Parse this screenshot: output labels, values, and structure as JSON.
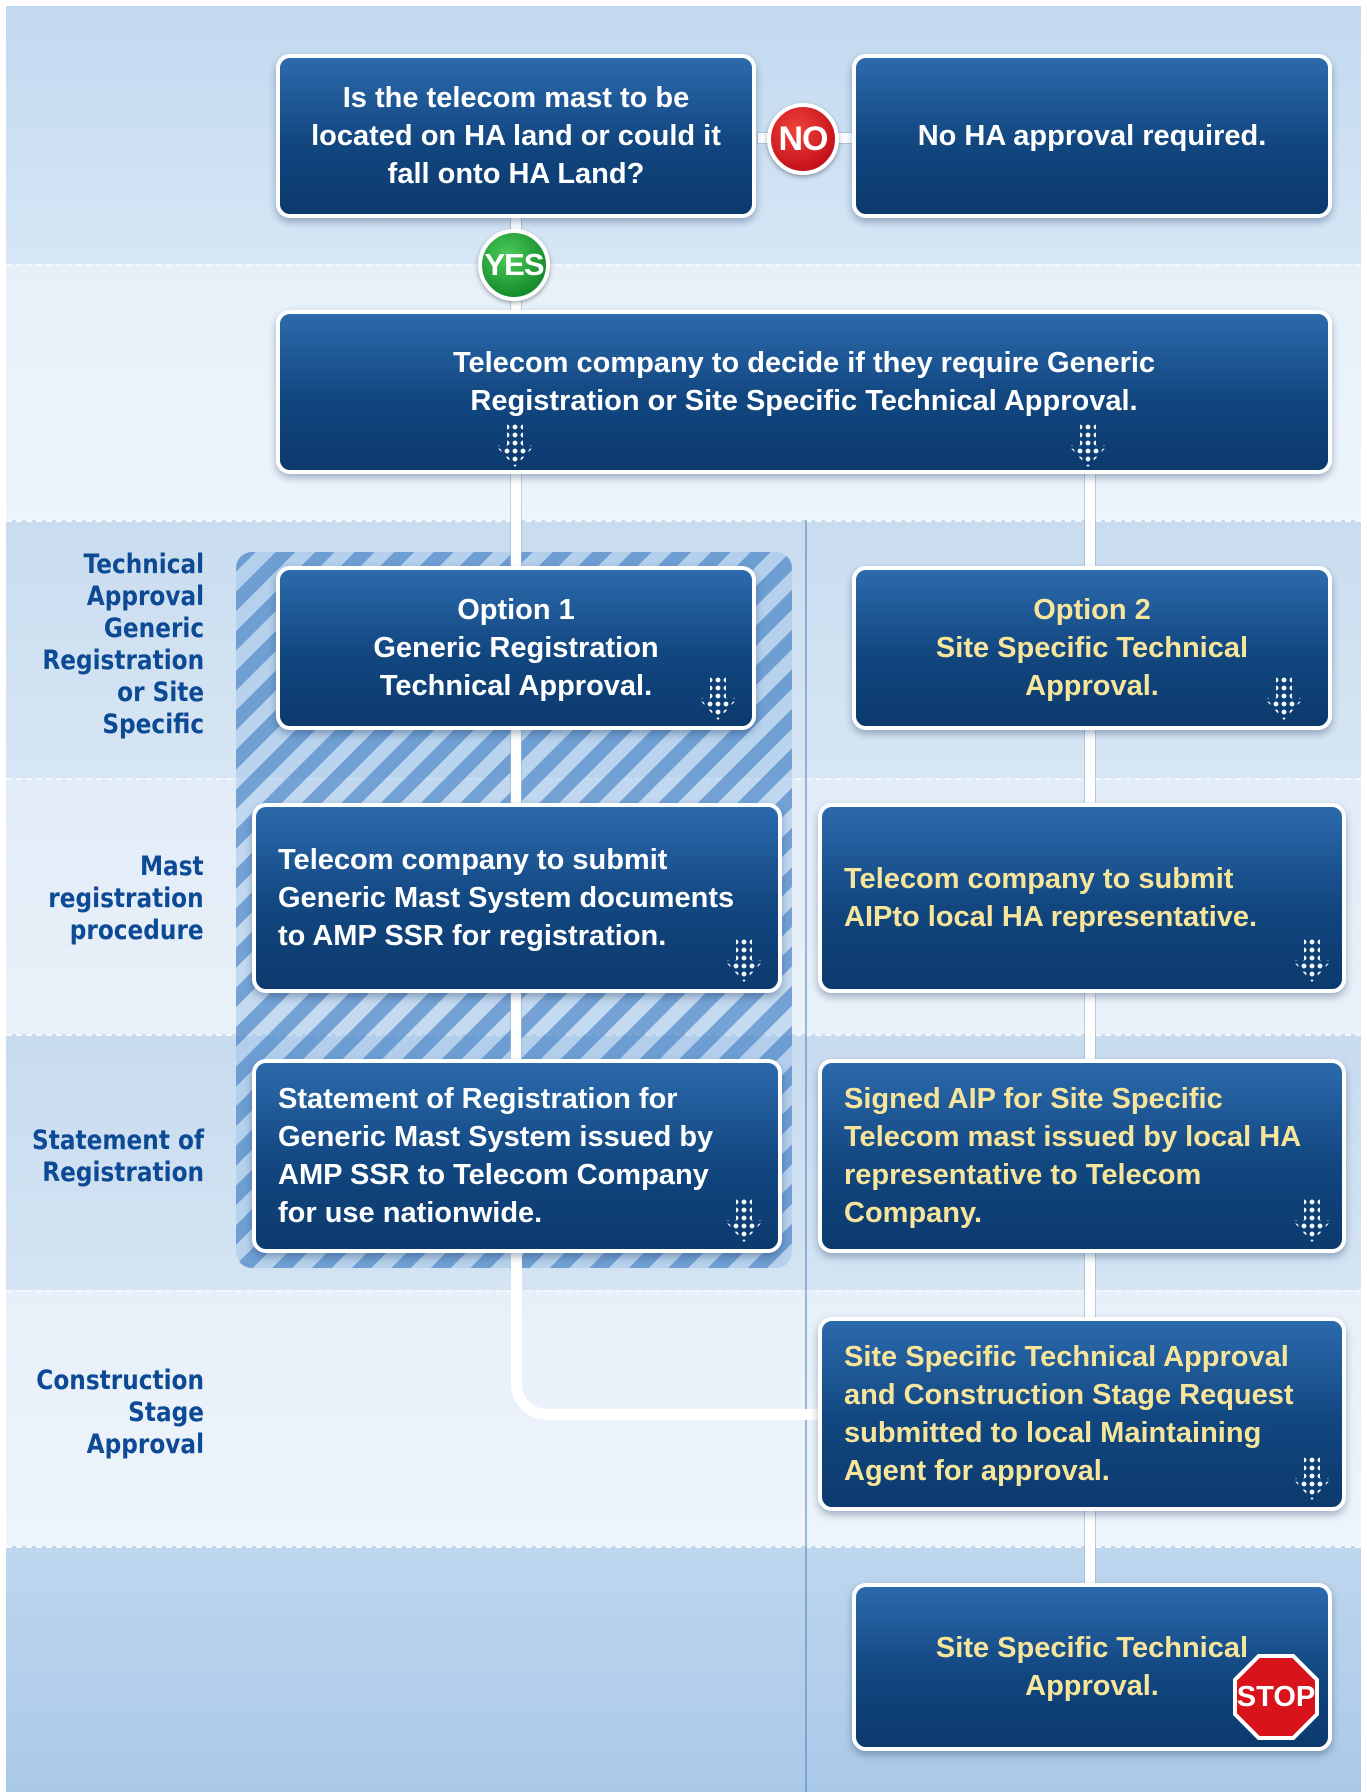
{
  "decision": {
    "question": "Is the telecom mast to be located on HA land or could it fall onto HA Land?",
    "no_label": "NO",
    "no_result": "No HA approval required.",
    "yes_label": "YES"
  },
  "decide_step": "Telecom company to decide if they require Generic Registration or Site Specific Technical Approval.",
  "row_labels": {
    "technical_approval": "Technical\nApproval\nGeneric\nRegistration\nor Site\nSpecific",
    "mast_registration": "Mast\nregistration\nprocedure",
    "statement": "Statement of\nRegistration",
    "construction": "Construction\nStage\nApproval"
  },
  "option1": {
    "title": "Option 1",
    "subtitle": "Generic Registration Technical Approval.",
    "submit": "Telecom company to submit Generic Mast System documents to AMP SSR for registration.",
    "statement": "Statement of Registration for Generic Mast System issued by AMP SSR to Telecom Company for use nationwide."
  },
  "option2": {
    "title": "Option 2",
    "subtitle": "Site Specific Technical Approval.",
    "submit": "Telecom company to submit AIPto local HA representative.",
    "signed": "Signed AIP for Site Specific Telecom mast issued by local HA representative to Telecom Company.",
    "construction": "Site Specific Technical Approval and Construction Stage Request submitted to local Maintaining Agent for approval.",
    "final": "Site Specific Technical Approval."
  },
  "stop_label": "STOP",
  "colors": {
    "box_blue": "#11467f",
    "option2_text": "#f6e59a",
    "label_blue": "#0c4a96",
    "no_red": "#c4101a",
    "yes_green": "#148a2a"
  }
}
